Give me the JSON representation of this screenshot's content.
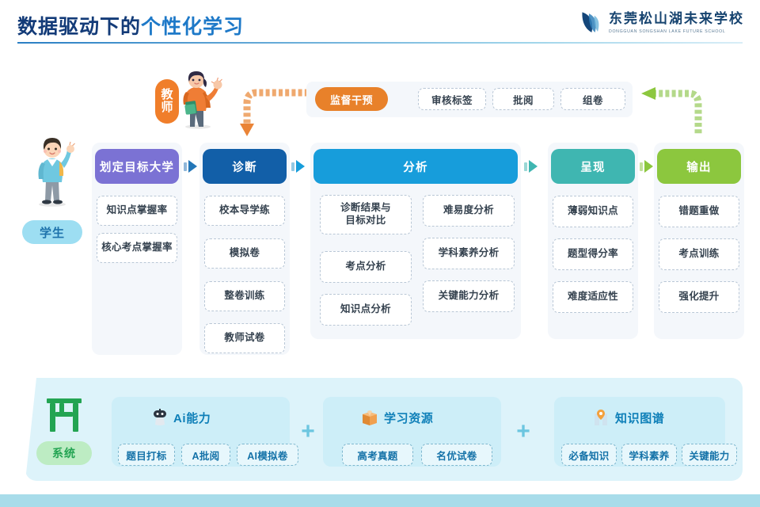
{
  "header": {
    "title_part1": "数据驱动下的",
    "title_part2": "个性化学习",
    "logo_cn": "东莞松山湖未来学校",
    "logo_en": "DONGGUAN SONGSHAN LAKE FUTURE SCHOOL",
    "logo_icon": "wing-logo-icon"
  },
  "actors": {
    "teacher_label": "教师",
    "teacher_icon": "teacher-illustration",
    "student_label": "学生",
    "student_icon": "student-illustration"
  },
  "teacher_row": {
    "action_label": "监督干预",
    "chips": [
      "审核标签",
      "批阅",
      "组卷"
    ],
    "arrow_down_color": "#ea8437",
    "arrow_back_color": "#8cc73e"
  },
  "pipeline": {
    "columns": [
      {
        "title": "划定目标大学",
        "color": "#7b72d4",
        "items": [
          "知识点掌握率",
          "核心考点掌握率"
        ]
      },
      {
        "title": "诊断",
        "color": "#125fa8",
        "items": [
          "校本导学练",
          "模拟卷",
          "整卷训练",
          "教师试卷"
        ]
      },
      {
        "title": "分析",
        "color": "#179ddb",
        "items_left": [
          "诊断结果与\n目标对比",
          "考点分析",
          "知识点分析"
        ],
        "items_right": [
          "难易度分析",
          "学科素养分析",
          "关键能力分析"
        ]
      },
      {
        "title": "呈现",
        "color": "#3fb6b1",
        "items": [
          "薄弱知识点",
          "题型得分率",
          "难度适应性"
        ]
      },
      {
        "title": "输出",
        "color": "#8cc73e",
        "items": [
          "错题重做",
          "考点训练",
          "强化提升"
        ]
      }
    ]
  },
  "system": {
    "label": "系统",
    "icon": "system-logo-icon",
    "plus_symbol": "+",
    "cards": [
      {
        "title": "Ai能力",
        "icon": "robot-icon",
        "tags": [
          "题目打标",
          "A批阅",
          "AI模拟卷"
        ]
      },
      {
        "title": "学习资源",
        "icon": "box-icon",
        "tags": [
          "高考真题",
          "名优试卷"
        ]
      },
      {
        "title": "知识图谱",
        "icon": "map-pin-icon",
        "tags": [
          "必备知识",
          "学科素养",
          "关键能力"
        ]
      }
    ]
  }
}
